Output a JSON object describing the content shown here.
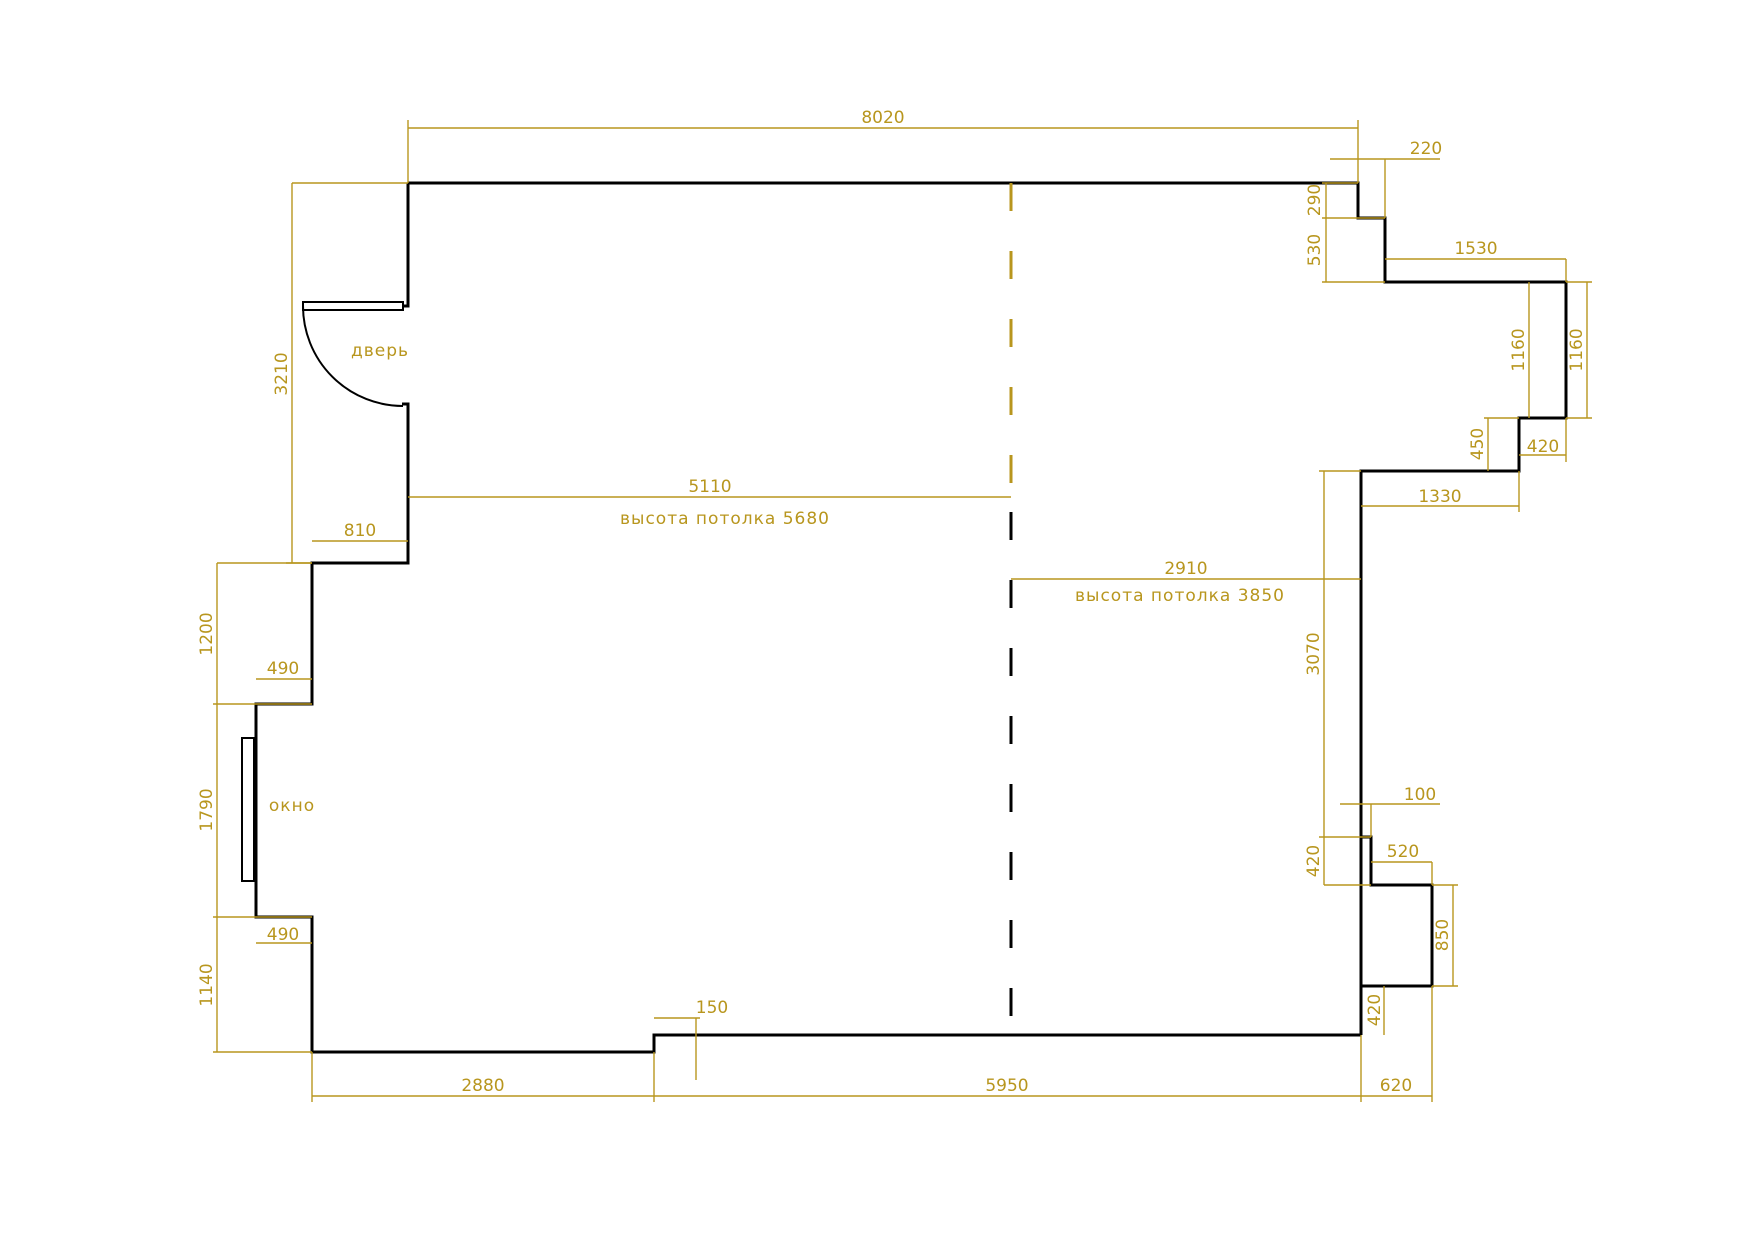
{
  "plan": {
    "labels": {
      "door": "дверь",
      "window": "окно",
      "ceiling_left": "высота потолка 5680",
      "ceiling_right": "высота потолка 3850"
    },
    "dimensions": {
      "top_width": "8020",
      "left_height": "3210",
      "niche_810": "810",
      "left_1200": "1200",
      "left_490_top": "490",
      "window_1790": "1790",
      "left_490_bottom": "490",
      "left_1140": "1140",
      "bottom_2880": "2880",
      "bottom_5950": "5950",
      "bottom_620": "620",
      "step_150": "150",
      "inner_5110": "5110",
      "inner_2910": "2910",
      "right_220": "220",
      "right_290": "290",
      "right_530": "530",
      "right_1530": "1530",
      "right_1160_inner": "1160",
      "right_1160_outer": "1160",
      "right_450": "450",
      "right_420_top": "420",
      "right_1330": "1330",
      "right_3070": "3070",
      "right_100": "100",
      "right_420_mid": "420",
      "right_520": "520",
      "right_850": "850",
      "right_420_bottom": "420"
    },
    "colors": {
      "walls": "#000000",
      "dimensions": "#b8961e",
      "background": "#ffffff"
    }
  }
}
